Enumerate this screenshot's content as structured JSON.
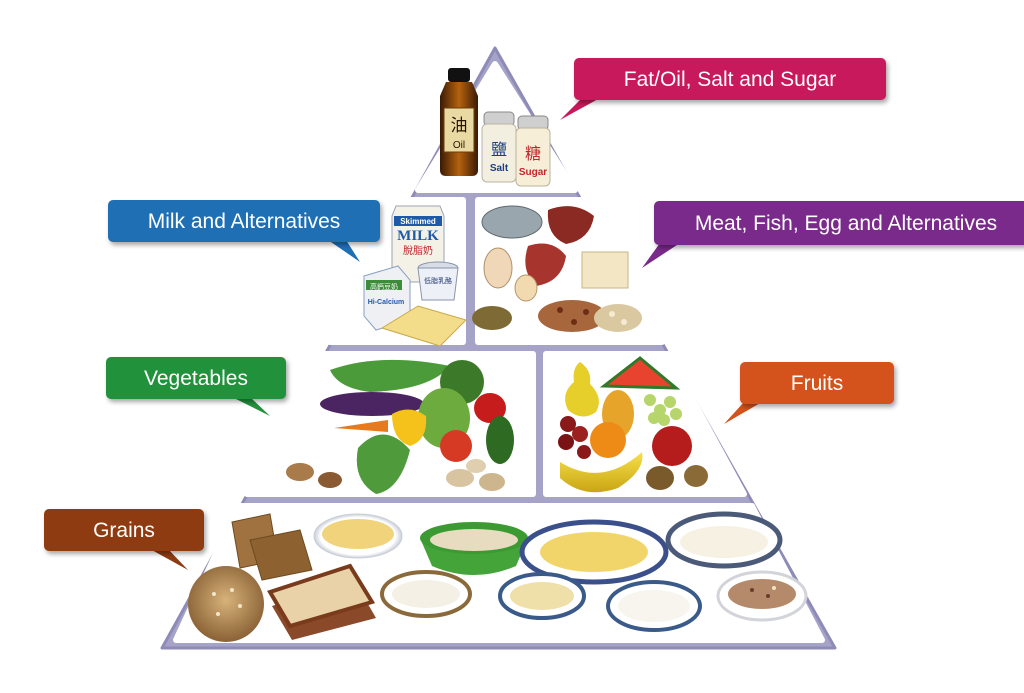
{
  "colors": {
    "outline": "#a6a3c9",
    "fat": "#c8195c",
    "milk": "#1f6fb5",
    "meat": "#7a2a8a",
    "vegetables": "#22913c",
    "fruits": "#d4521b",
    "grains": "#8f3b12"
  },
  "labels": {
    "fat": "Fat/Oil, Salt and Sugar",
    "milk": "Milk and Alternatives",
    "meat": "Meat, Fish, Egg and Alternatives",
    "vegetables": "Vegetables",
    "fruits": "Fruits",
    "grains": "Grains"
  },
  "tier_items": {
    "top": {
      "oil": {
        "glyph": "油",
        "word": "Oil"
      },
      "salt": {
        "glyph": "鹽",
        "word": "Salt"
      },
      "sugar": {
        "glyph": "糖",
        "word": "Sugar"
      }
    },
    "milk": {
      "carton": {
        "line1": "Skimmed",
        "line2": "MILK",
        "sub": "脫脂奶"
      },
      "soy": {
        "text": "高鈣豆奶",
        "sub": "Hi-Calcium"
      },
      "yogurt": {
        "text": "低脂乳酪"
      }
    }
  }
}
